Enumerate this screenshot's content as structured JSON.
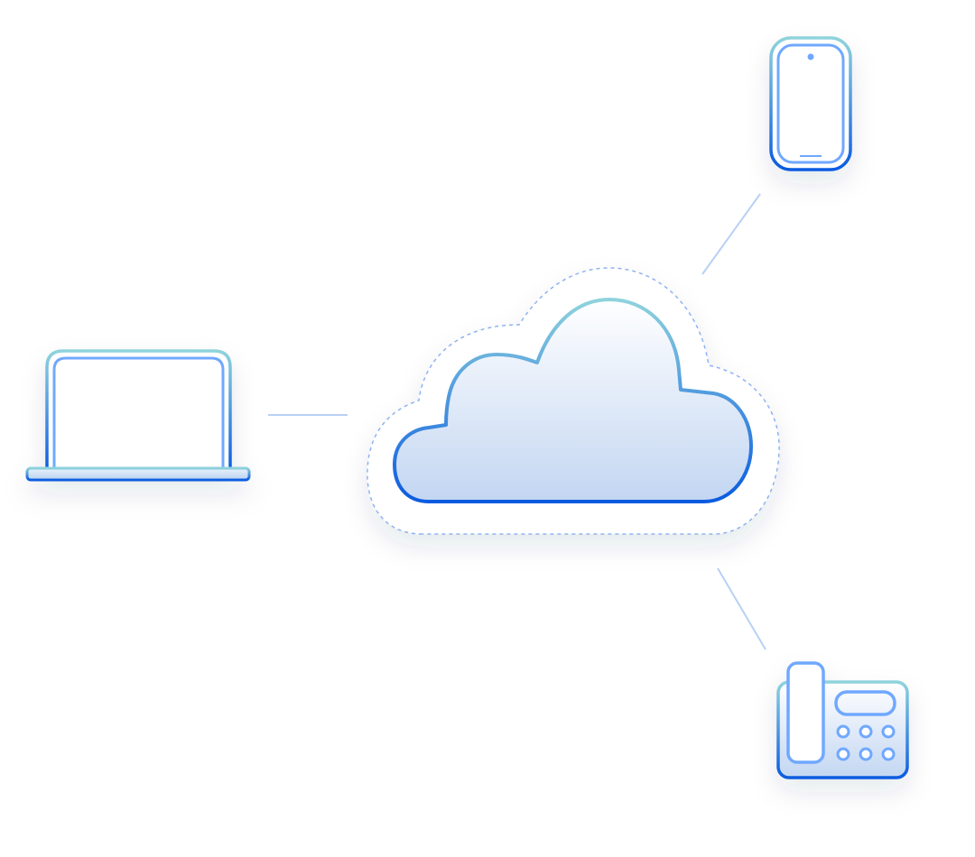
{
  "diagram": {
    "nodes": [
      {
        "id": "cloud",
        "icon": "cloud-icon"
      },
      {
        "id": "laptop",
        "icon": "laptop-icon"
      },
      {
        "id": "mobile-phone",
        "icon": "smartphone-icon"
      },
      {
        "id": "desk-phone",
        "icon": "desk-phone-icon"
      }
    ],
    "edges": [
      {
        "from": "laptop",
        "to": "cloud"
      },
      {
        "from": "mobile-phone",
        "to": "cloud"
      },
      {
        "from": "desk-phone",
        "to": "cloud"
      }
    ]
  },
  "colors": {
    "stroke_top": "#8fd3dc",
    "stroke_bottom": "#0a5be0",
    "inner_stroke": "#6fa8ff",
    "fill_top": "#ffffff",
    "fill_bottom": "#c3d6f2",
    "connector": "#b9d0f5",
    "dashed_outline": "#8fb3f0"
  }
}
